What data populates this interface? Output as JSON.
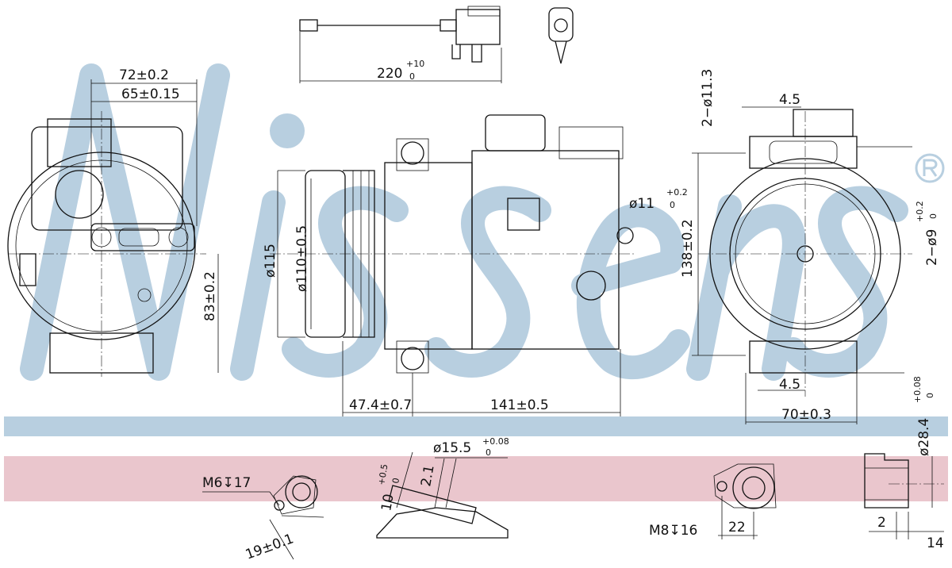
{
  "brand": {
    "watermark": "Nissens",
    "registered": "®",
    "band_blue": "#b8cfe0",
    "band_pink": "#e8c0c8"
  },
  "dimensions": {
    "d72": "72±0.2",
    "d65": "65±0.15",
    "d220": "220",
    "d220_tol": "+10",
    "d220_tol_low": "0",
    "d2x11_3": "2−ø11.3",
    "d4_5_top": "4.5",
    "d11": "ø11",
    "d11_tol": "+0.2",
    "d11_tol_low": "0",
    "d2x9": "2−ø9",
    "d2x9_tol": "+0.2",
    "d2x9_tol_low": "0",
    "d138": "138±0.2",
    "d115": "ø115",
    "d110": "ø110±0.5",
    "d83": "83±0.2",
    "d47_4": "47.4±0.7",
    "d141": "141±0.5",
    "d4_5_bottom": "4.5",
    "d70": "70±0.3",
    "d28_4": "ø28.4",
    "d28_4_tol": "+0.08",
    "d28_4_tol_low": "0",
    "d15_5": "ø15.5",
    "d15_5_tol": "+0.08",
    "d15_5_tol_low": "0",
    "d2_1": "2.1",
    "d10": "10",
    "d10_tol": "+0.5",
    "d10_tol_low": "0",
    "m6": "M6↧17",
    "d19": "19±0.1",
    "m8": "M8↧16",
    "d22": "22",
    "d2": "2",
    "d14": "14"
  }
}
